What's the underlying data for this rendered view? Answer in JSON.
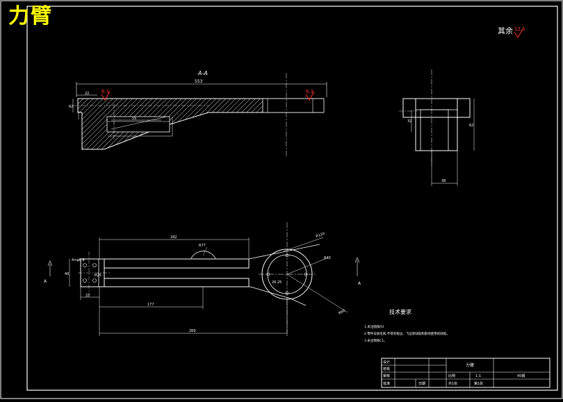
{
  "drawing_title": "力臂",
  "surface_note": {
    "label": "其余",
    "value": "12.5"
  },
  "section_label": "A-A",
  "roughness": {
    "left": "6.3",
    "right": "6.3"
  },
  "dimensions": {
    "section_total": "553",
    "section_left": "22",
    "section_height": "62",
    "section_inner": "55",
    "side_height": "62",
    "side_inner": "32",
    "side_width": "38",
    "plan_top": "182",
    "plan_radius": "R77",
    "plan_lower": "177",
    "plan_total": "269",
    "plan_left": "22",
    "plan_left_h": "40",
    "plan_hole": "R25",
    "plan_ring": "R40",
    "plan_big": "R60",
    "plan_top_right": "R120",
    "plan_phi": "4×φ6.8",
    "plan_center": "26.25"
  },
  "view_markers": {
    "a_left": "A",
    "a_right": "A"
  },
  "tech_requirements": {
    "heading": "技术要求",
    "items": [
      "1.未注圆角R3",
      "2.零件去除毛刺,不得有锐边、飞边等缺陷和影响使用的缺陷。",
      "3.未注倒角C1。"
    ]
  },
  "title_block": {
    "designer": "设计",
    "checker": "校核",
    "reviewer": "审核",
    "approver": "批准",
    "date": "日期",
    "part_name": "力臂",
    "scale_label": "比例",
    "scale_value": "1:1",
    "sheet_total": "共1张",
    "sheet_no": "第1张",
    "material": "45钢"
  }
}
